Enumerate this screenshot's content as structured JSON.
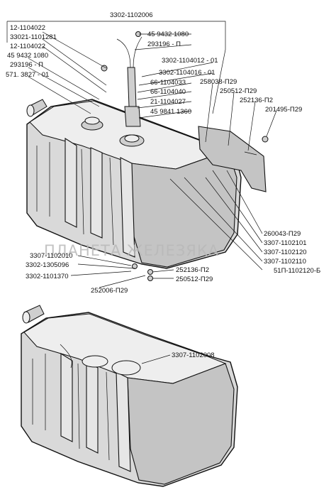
{
  "watermark": "ПЛАНЕТА ЖЕЛЕЗЯКА",
  "callouts": {
    "p3302_1102006": "3302-1102006",
    "p12_1104022_a": "12-1104022",
    "p33021_1101281": "33021-1101281",
    "p12_1104022_b": "12-1104022",
    "p45_9432_1080_left": "45 9432 1080",
    "p293196_left": "293196 - П",
    "p571_3827_01": "571. 3827 - 01",
    "p45_9432_1080_right": "45 9432 1080",
    "p293196_right": "293196 - П",
    "p3302_1104012_01": "3302-1104012 - 01",
    "p3302_1104016_01": "3302-1104016 - 01",
    "p66_1104033": "66-1104033",
    "p66_1104040": "66-1104040",
    "p21_1104027": "21-1104027",
    "p45_9841_1360": "45 9841 1360",
    "p258038": "258038-П29",
    "p250512_top": "250512-П29",
    "p252136_top": "252136-П2",
    "p201495": "201495-П29",
    "p260043": "260043-П29",
    "p3307_1102101": "3307-1102101",
    "p3307_1102120": "3307-1102120",
    "p3307_1102110": "3307-1102110",
    "p51p_1102120_b": "51П-1102120-Б",
    "p3307_1102010": "3307-1102010",
    "p3302_1305096": "3302-1305096",
    "p3302_1101370": "3302-1101370",
    "p252136_bottom": "252136-П2",
    "p250512_bottom": "250512-П29",
    "p252006": "252006-П29",
    "p3307_1102008": "3307-1102008"
  }
}
